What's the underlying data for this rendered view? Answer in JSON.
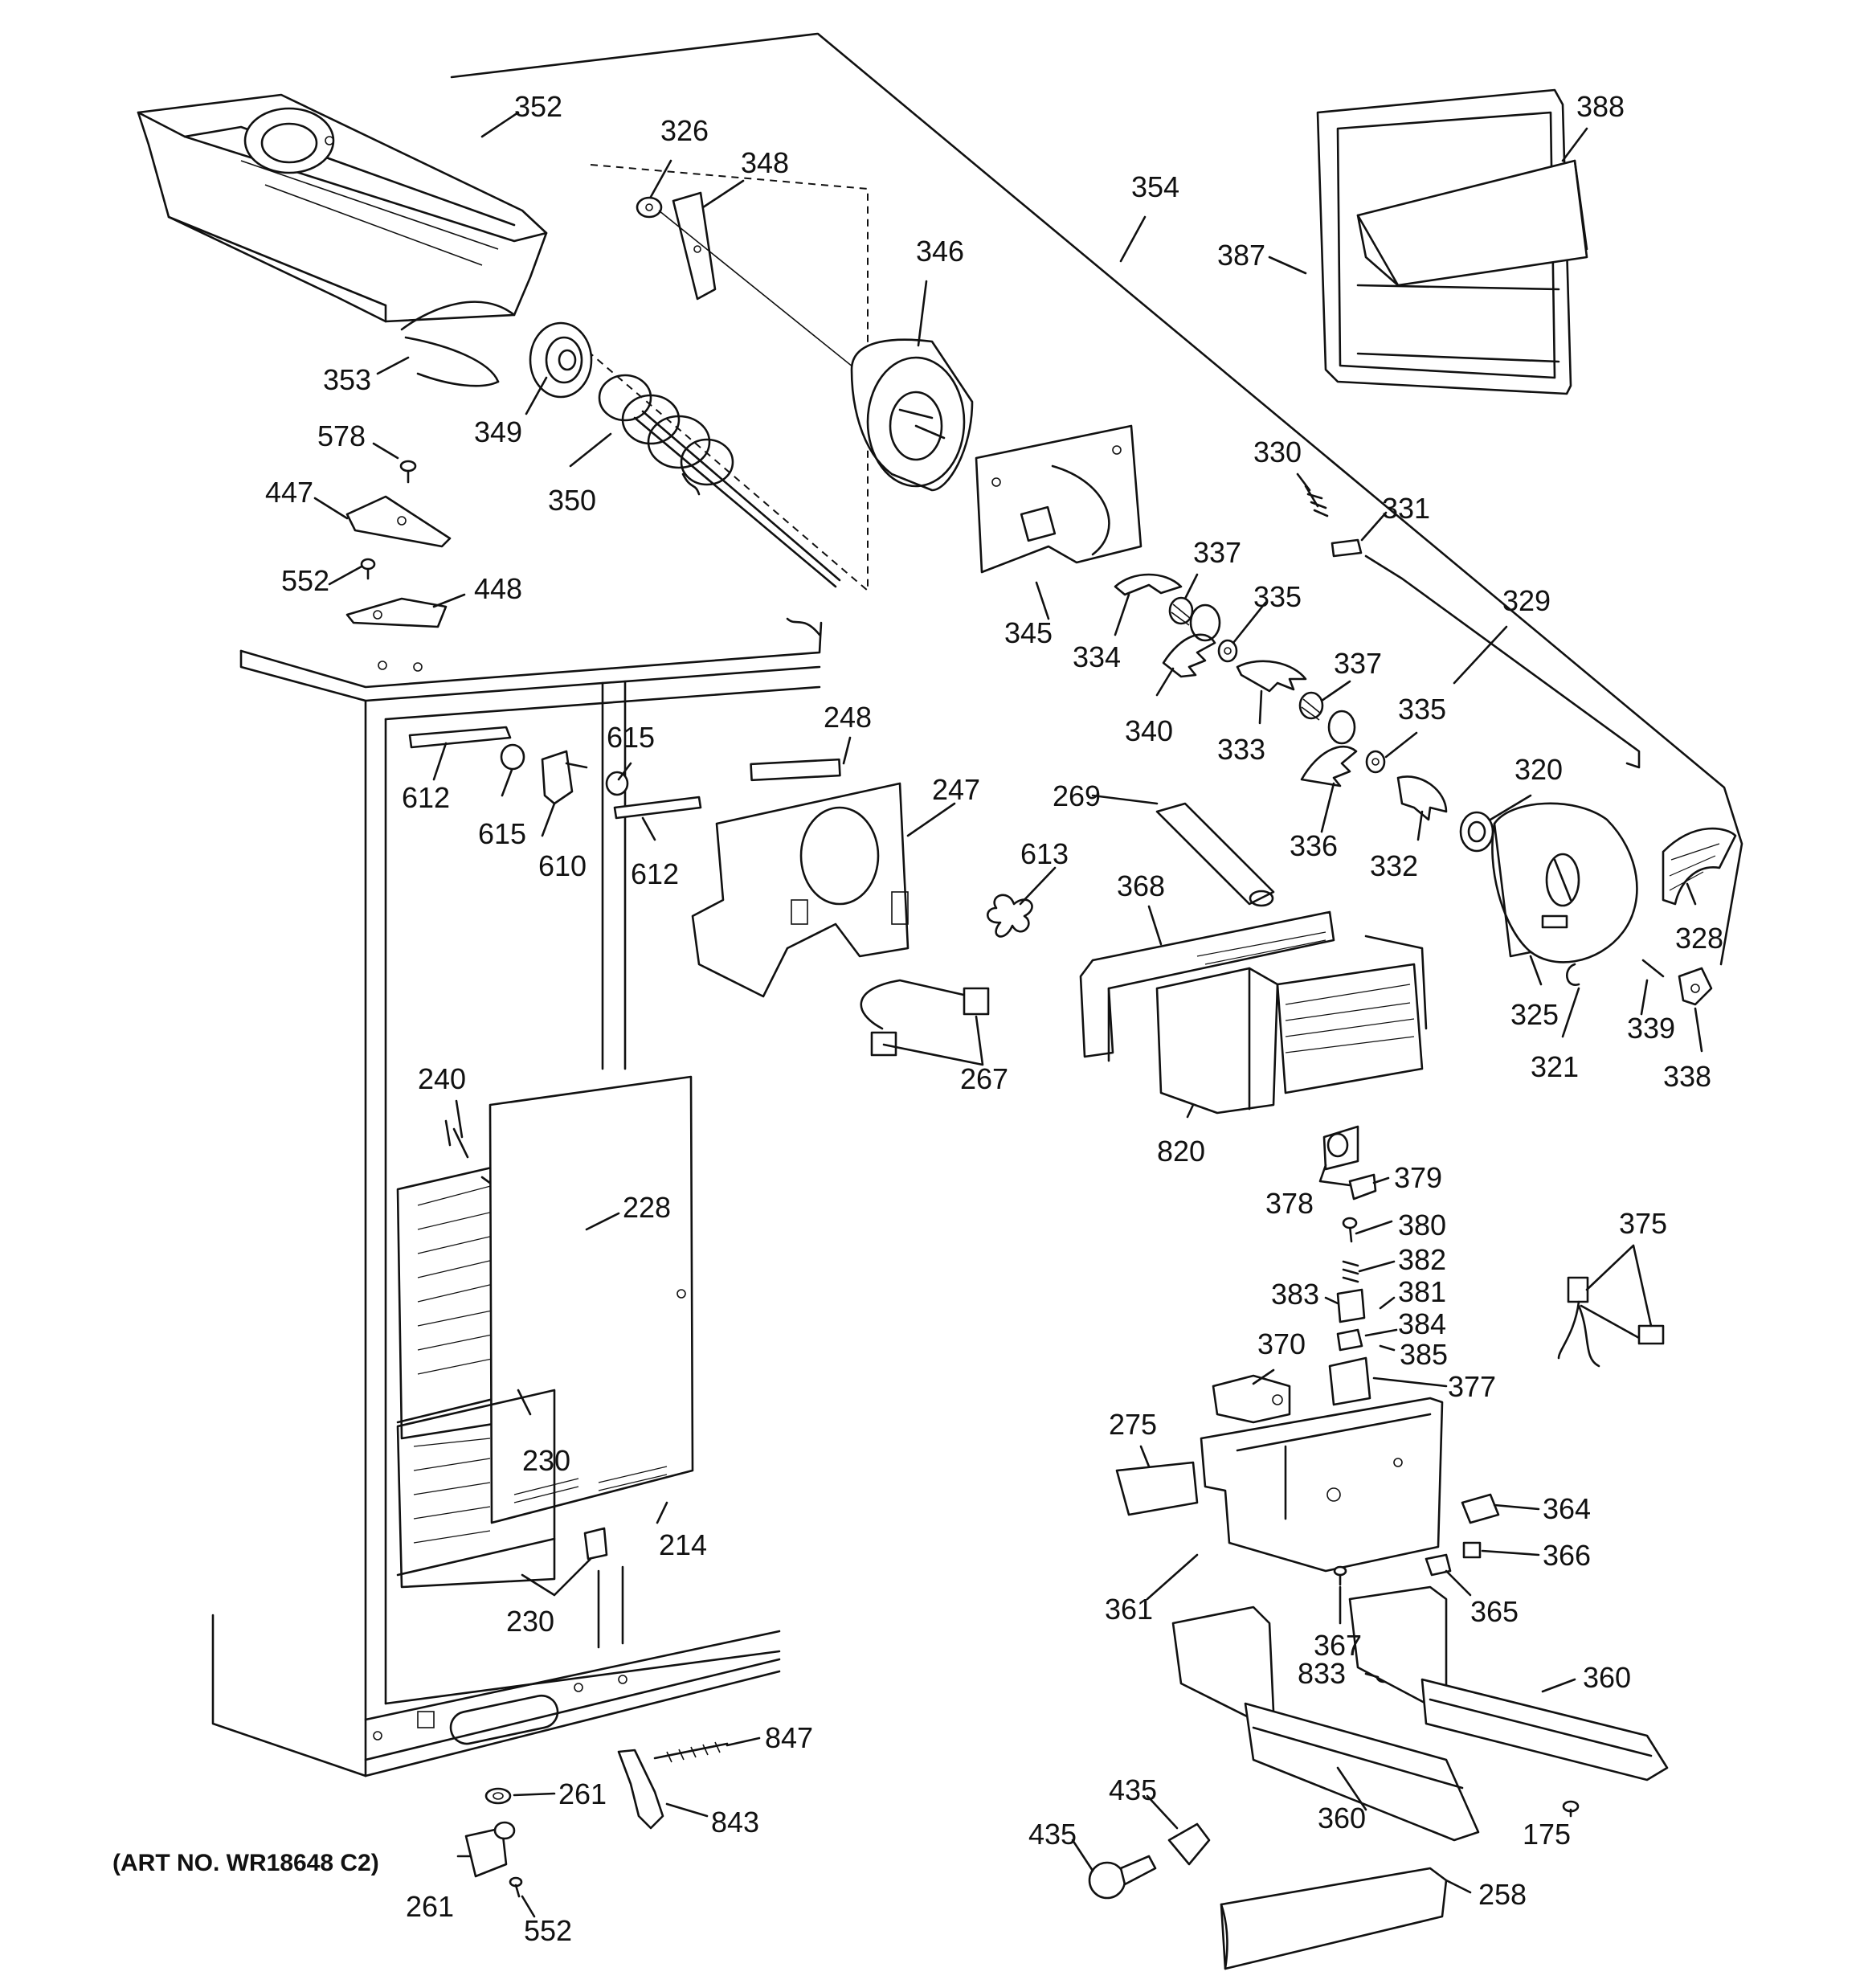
{
  "art_number": "(ART NO. WR18648 C2)",
  "labels": [
    {
      "id": "352",
      "text": "352"
    },
    {
      "id": "326",
      "text": "326"
    },
    {
      "id": "348",
      "text": "348"
    },
    {
      "id": "346",
      "text": "346"
    },
    {
      "id": "354",
      "text": "354"
    },
    {
      "id": "388",
      "text": "388"
    },
    {
      "id": "387",
      "text": "387"
    },
    {
      "id": "353",
      "text": "353"
    },
    {
      "id": "349",
      "text": "349"
    },
    {
      "id": "350",
      "text": "350"
    },
    {
      "id": "578",
      "text": "578"
    },
    {
      "id": "447",
      "text": "447"
    },
    {
      "id": "552a",
      "text": "552"
    },
    {
      "id": "448",
      "text": "448"
    },
    {
      "id": "345",
      "text": "345"
    },
    {
      "id": "330",
      "text": "330"
    },
    {
      "id": "331",
      "text": "331"
    },
    {
      "id": "337a",
      "text": "337"
    },
    {
      "id": "335a",
      "text": "335"
    },
    {
      "id": "329",
      "text": "329"
    },
    {
      "id": "334",
      "text": "334"
    },
    {
      "id": "340",
      "text": "340"
    },
    {
      "id": "333",
      "text": "333"
    },
    {
      "id": "337b",
      "text": "337"
    },
    {
      "id": "335b",
      "text": "335"
    },
    {
      "id": "320",
      "text": "320"
    },
    {
      "id": "336",
      "text": "336"
    },
    {
      "id": "332",
      "text": "332"
    },
    {
      "id": "328",
      "text": "328"
    },
    {
      "id": "325",
      "text": "325"
    },
    {
      "id": "321",
      "text": "321"
    },
    {
      "id": "339",
      "text": "339"
    },
    {
      "id": "338",
      "text": "338"
    },
    {
      "id": "612a",
      "text": "612"
    },
    {
      "id": "615a",
      "text": "615"
    },
    {
      "id": "615b",
      "text": "615"
    },
    {
      "id": "610",
      "text": "610"
    },
    {
      "id": "612b",
      "text": "612"
    },
    {
      "id": "248",
      "text": "248"
    },
    {
      "id": "247",
      "text": "247"
    },
    {
      "id": "269",
      "text": "269"
    },
    {
      "id": "613",
      "text": "613"
    },
    {
      "id": "368",
      "text": "368"
    },
    {
      "id": "267",
      "text": "267"
    },
    {
      "id": "820",
      "text": "820"
    },
    {
      "id": "240",
      "text": "240"
    },
    {
      "id": "228",
      "text": "228"
    },
    {
      "id": "378",
      "text": "378"
    },
    {
      "id": "379",
      "text": "379"
    },
    {
      "id": "380",
      "text": "380"
    },
    {
      "id": "382",
      "text": "382"
    },
    {
      "id": "375",
      "text": "375"
    },
    {
      "id": "383",
      "text": "383"
    },
    {
      "id": "381",
      "text": "381"
    },
    {
      "id": "384",
      "text": "384"
    },
    {
      "id": "385",
      "text": "385"
    },
    {
      "id": "370",
      "text": "370"
    },
    {
      "id": "377",
      "text": "377"
    },
    {
      "id": "275",
      "text": "275"
    },
    {
      "id": "230a",
      "text": "230"
    },
    {
      "id": "214",
      "text": "214"
    },
    {
      "id": "364",
      "text": "364"
    },
    {
      "id": "366",
      "text": "366"
    },
    {
      "id": "230b",
      "text": "230"
    },
    {
      "id": "361",
      "text": "361"
    },
    {
      "id": "365",
      "text": "365"
    },
    {
      "id": "367",
      "text": "367"
    },
    {
      "id": "833",
      "text": "833"
    },
    {
      "id": "360a",
      "text": "360"
    },
    {
      "id": "847",
      "text": "847"
    },
    {
      "id": "261a",
      "text": "261"
    },
    {
      "id": "843",
      "text": "843"
    },
    {
      "id": "435a",
      "text": "435"
    },
    {
      "id": "435b",
      "text": "435"
    },
    {
      "id": "360b",
      "text": "360"
    },
    {
      "id": "175",
      "text": "175"
    },
    {
      "id": "258",
      "text": "258"
    },
    {
      "id": "261b",
      "text": "261"
    },
    {
      "id": "552b",
      "text": "552"
    }
  ]
}
